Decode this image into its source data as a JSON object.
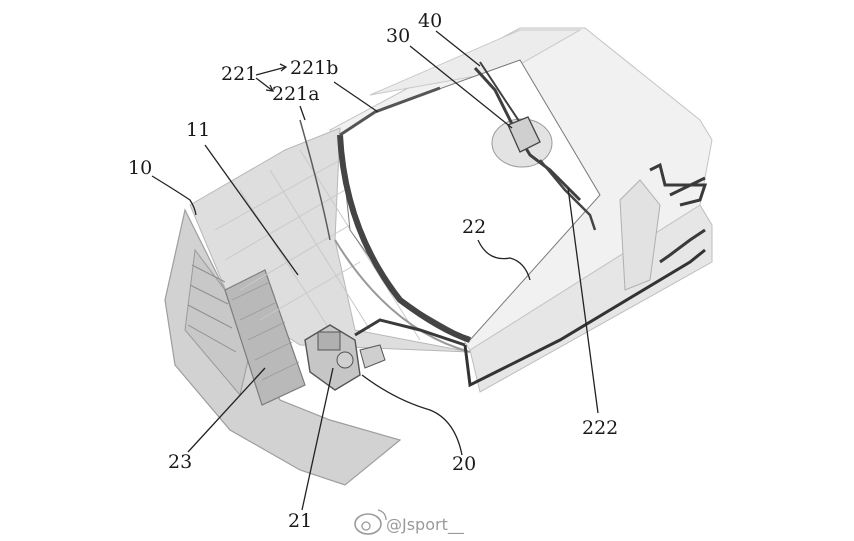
{
  "figure": {
    "refs": {
      "r10": "10",
      "r11": "11",
      "r20": "20",
      "r21": "21",
      "r22": "22",
      "r23": "23",
      "r30": "30",
      "r40": "40",
      "r221": "221",
      "r221a": "221a",
      "r221b": "221b",
      "r222": "222"
    }
  },
  "watermark": {
    "text": "@Jsport__",
    "icon": "weibo-icon"
  }
}
